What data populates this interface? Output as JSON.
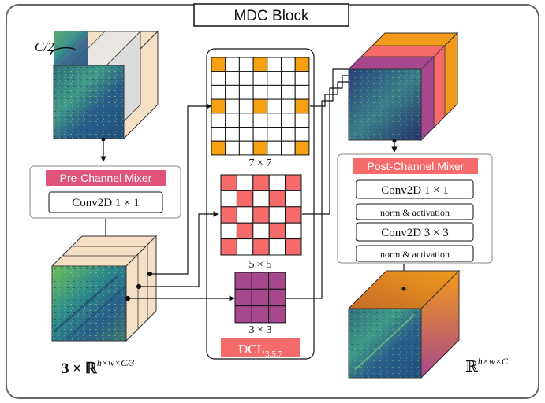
{
  "title": "MDC Block",
  "input": {
    "channel_label": "C/2"
  },
  "pre_mixer": {
    "title": "Pre-Channel Mixer",
    "conv": "Conv2D 1 × 1"
  },
  "split": {
    "label_coef": "3 × ℝ",
    "label_sup": "h×w×C/3"
  },
  "kernels": [
    {
      "label": "7 × 7",
      "size": 7,
      "color": "#f5a011"
    },
    {
      "label": "5 × 5",
      "size": 5,
      "color": "#f56b6b"
    },
    {
      "label": "3 × 3",
      "size": 3,
      "color": "#a7478e"
    }
  ],
  "dcl": {
    "label": "DCL",
    "sub": "3,5,7",
    "color": "#f56b6b"
  },
  "post_mixer": {
    "title": "Post-Channel Mixer",
    "items": [
      "Conv2D 1 × 1",
      "norm & activation",
      "Conv2D 3 × 3",
      "norm & activation"
    ]
  },
  "output": {
    "label_coef": "ℝ",
    "label_sup": "h×w×C"
  },
  "colors": {
    "pre_mixer": "#e0537a",
    "post_mixer": "#f56b6b",
    "orange": "#f5a011",
    "pink": "#f56b6b",
    "purple": "#a7478e",
    "beige": "#f5dfc5"
  }
}
